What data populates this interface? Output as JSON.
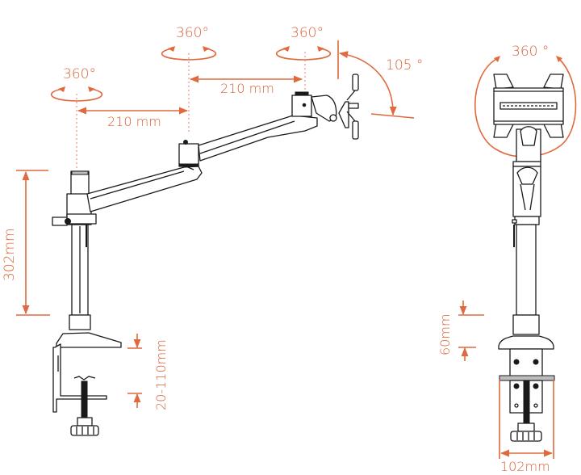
{
  "diagram": {
    "title": "Monitor arm dimension drawing",
    "accent_color": "#d9643a",
    "line_color": "#1a1a1a",
    "side_view": {
      "rotation_labels": [
        {
          "id": "pole",
          "text": "360°"
        },
        {
          "id": "elbow",
          "text": "360°"
        },
        {
          "id": "head",
          "text": "360°"
        }
      ],
      "arm_segments": [
        {
          "id": "lower-arm",
          "length": "210 mm"
        },
        {
          "id": "upper-arm",
          "length": "210 mm"
        }
      ],
      "tilt_angle": "105 °",
      "pole_height": "302mm",
      "desk_thickness": "20-110mm"
    },
    "front_view": {
      "rotation_label": "360 °",
      "base_height": "60mm",
      "clamp_width": "102mm"
    }
  }
}
